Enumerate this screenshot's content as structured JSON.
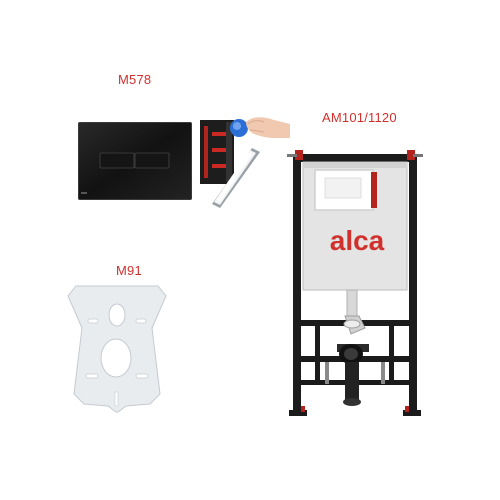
{
  "labels": {
    "flush_plate": "M578",
    "frame": "AM101/1120",
    "mat": "M91"
  },
  "brand": {
    "logo_text": "alca",
    "color": "#d0312d"
  },
  "colors": {
    "label": "#d0312d",
    "plate": "#1a1a1a",
    "frame_steel": "#1b1b1b",
    "cistern": "#e6e6e6",
    "mat": "#e9ecef"
  }
}
